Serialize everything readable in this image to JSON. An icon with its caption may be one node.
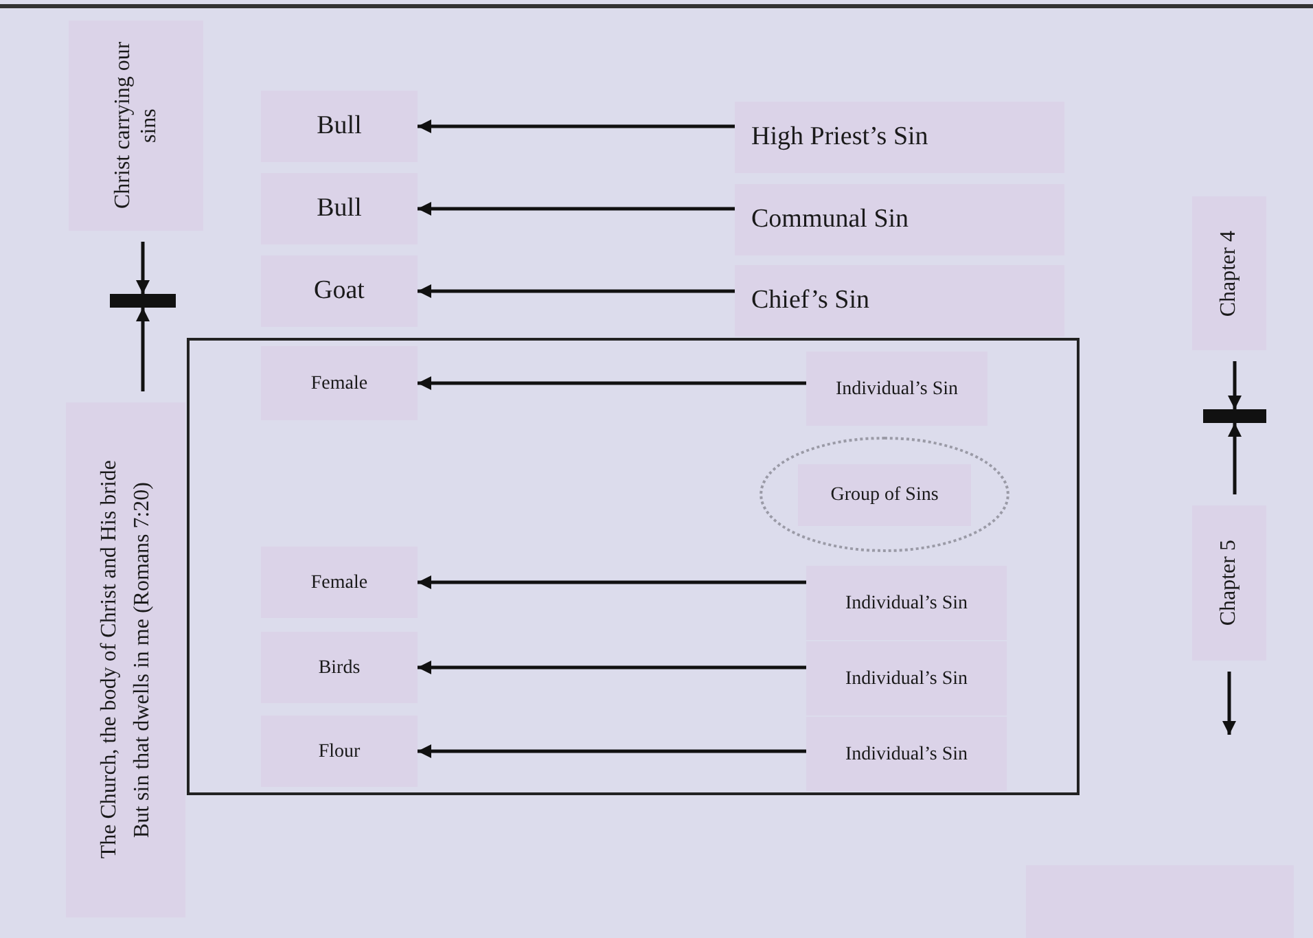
{
  "diagram": {
    "nodes": [
      {
        "text": [
          "Christ carrying our sins"
        ]
      },
      {
        "text": [
          "Bull"
        ]
      },
      {
        "text": [
          "High Priest’s Sin"
        ]
      },
      {
        "text": [
          "Bull"
        ]
      },
      {
        "text": [
          "Communal Sin"
        ]
      },
      {
        "text": [
          "Chapter 4"
        ]
      },
      {
        "text": [
          "Goat"
        ]
      },
      {
        "text": [
          "Chief’s Sin"
        ]
      },
      {
        "text": [],
        "shape": "bar"
      },
      {
        "text": [],
        "shape": "box"
      },
      {
        "text": [
          "Female"
        ],
        "in": 9
      },
      {
        "text": [
          "Individual’s Sin"
        ],
        "in": 9
      },
      {
        "text": [],
        "shape": "bar"
      },
      {
        "text": [
          "The Church, the body of Christ and His bride",
          "But sin that dwells in me (Romans 7:20)"
        ]
      },
      {
        "text": [
          "Group of Sins"
        ],
        "in": 9
      },
      {
        "text": [
          "Chapter 5"
        ]
      },
      {
        "text": [
          "Female"
        ],
        "in": 9
      },
      {
        "text": [
          "Individual’s Sin"
        ],
        "in": 9
      },
      {
        "text": [
          "Birds"
        ],
        "in": 9
      },
      {
        "text": [
          "Individual’s Sin"
        ],
        "in": 9
      },
      {
        "text": [
          "Flour"
        ],
        "in": 9
      },
      {
        "text": [
          "Individual’s Sin"
        ],
        "in": 9
      },
      {
        "text": [],
        "shape": "box"
      }
    ],
    "edges": [
      {
        "from": 2,
        "to": 1,
        "arrow": "to"
      },
      {
        "from": 4,
        "to": 3,
        "arrow": "to"
      },
      {
        "from": 7,
        "to": 6,
        "arrow": "to"
      },
      {
        "from": 11,
        "to": 10,
        "arrow": "to"
      },
      {
        "from": 17,
        "to": 16,
        "arrow": "to"
      },
      {
        "from": 19,
        "to": 18,
        "arrow": "to"
      },
      {
        "from": 21,
        "to": 20,
        "arrow": "to"
      },
      {
        "from": 0,
        "to": 8,
        "arrow": "to"
      },
      {
        "from": 13,
        "to": 8,
        "arrow": "to"
      },
      {
        "from": 5,
        "to": 12,
        "arrow": "to"
      },
      {
        "from": 15,
        "to": 12,
        "arrow": "to"
      },
      {
        "from": 15,
        "to": null,
        "arrow": "to"
      }
    ]
  }
}
